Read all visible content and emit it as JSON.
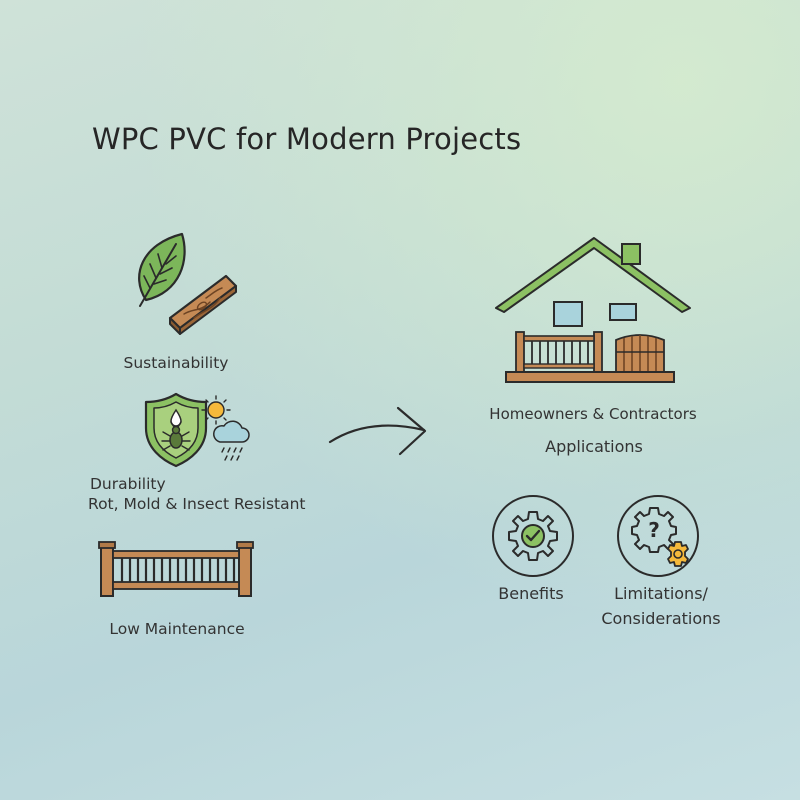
{
  "title": "WPC PVC for Modern Projects",
  "left": {
    "sustainability": {
      "label": "Sustainability",
      "icon": "leaf-and-wood-plank"
    },
    "durability": {
      "label": "Durability",
      "sublabel": "Rot, Mold & Insect Resistant",
      "icon": "shield-bug-weather"
    },
    "low_maintenance": {
      "label": "Low Maintenance",
      "icon": "railing-fence"
    }
  },
  "right": {
    "audience": {
      "label": "Homeowners & Contractors",
      "icon": "house-with-deck"
    },
    "applications": {
      "label": "Applications"
    },
    "benefits": {
      "label": "Benefits",
      "icon": "gear-check"
    },
    "limitations": {
      "label_line1": "Limitations/",
      "label_line2": "Considerations",
      "icon": "gear-question"
    }
  },
  "colors": {
    "green": "#7cb65a",
    "wood": "#c58a55",
    "wood_dark": "#6e4424",
    "stroke": "#2b2b2b",
    "window": "#a9d3dc",
    "sun": "#f5b93b"
  }
}
